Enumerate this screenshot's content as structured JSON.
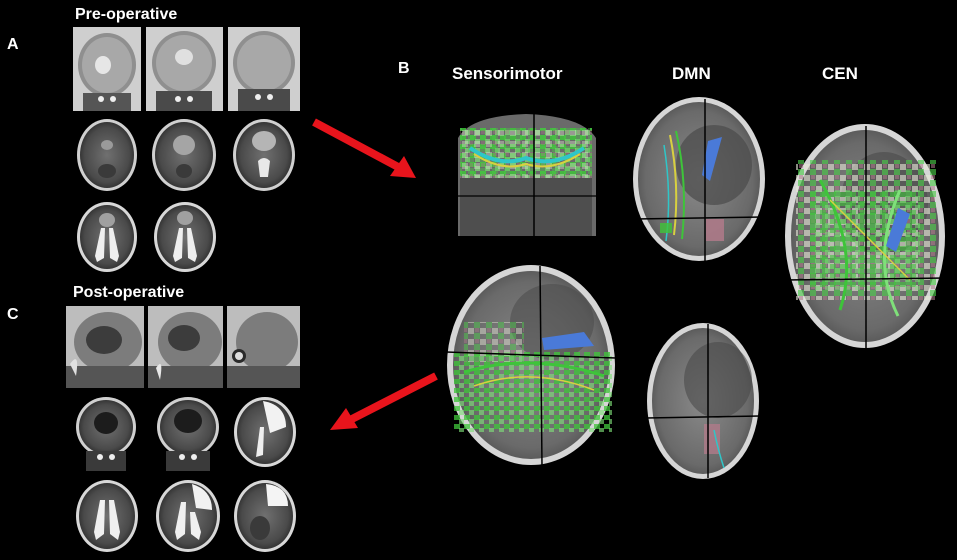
{
  "panels": {
    "a": {
      "letter": "A",
      "title": "Pre-operative"
    },
    "b": {
      "letter": "B",
      "columns": [
        "Sensorimotor",
        "DMN",
        "CEN"
      ]
    },
    "c": {
      "letter": "C",
      "title": "Post-operative"
    }
  },
  "colors": {
    "background": "#000000",
    "arrow": "#e8141c",
    "tract_green": "#3ec43a",
    "tract_cyan": "#2fc6c8",
    "tract_yellow": "#d8d040",
    "overlay_blue": "#4a7ad8"
  }
}
